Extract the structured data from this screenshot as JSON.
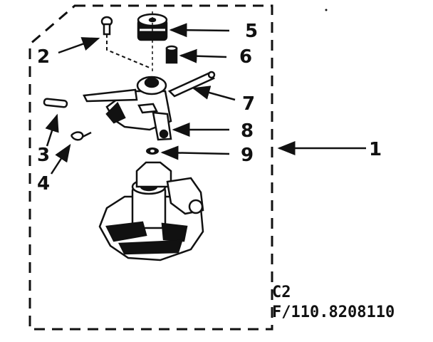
{
  "callouts": [
    "1",
    "2",
    "3",
    "4",
    "5",
    "6",
    "7",
    "8",
    "9"
  ],
  "diagram_code": "C2",
  "figure_number": "F/110.8208110"
}
